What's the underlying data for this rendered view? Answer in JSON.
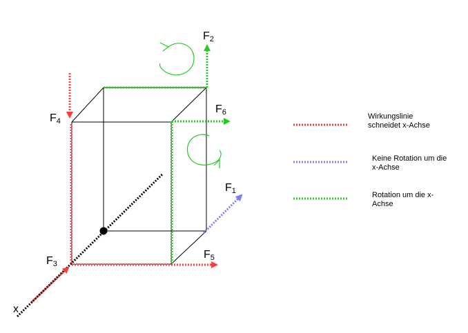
{
  "forces": {
    "F1": {
      "letter": "F",
      "sub": "1"
    },
    "F2": {
      "letter": "F",
      "sub": "2"
    },
    "F3": {
      "letter": "F",
      "sub": "3"
    },
    "F4": {
      "letter": "F",
      "sub": "4"
    },
    "F5": {
      "letter": "F",
      "sub": "5"
    },
    "F6": {
      "letter": "F",
      "sub": "6"
    }
  },
  "axis_label": "x",
  "colors": {
    "red": "#ff3b3b",
    "blue": "#7b7bff",
    "green": "#22cc22",
    "black": "#000000"
  },
  "legend": [
    {
      "color": "red",
      "lines": [
        "Wirkungslinie",
        "schneidet x-Achse"
      ]
    },
    {
      "color": "blue",
      "lines": [
        "Keine Rotation um die",
        "x-Achse"
      ]
    },
    {
      "color": "green",
      "lines": [
        "Rotation um die x-",
        "Achse"
      ]
    }
  ]
}
